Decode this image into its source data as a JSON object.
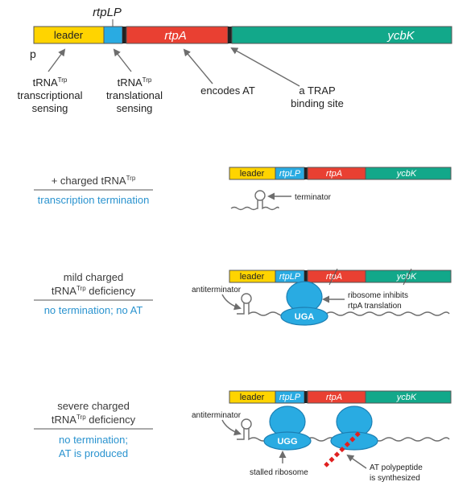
{
  "colors": {
    "leader": "#ffd400",
    "rtpLP": "#29abe2",
    "rtpA": "#e94032",
    "ycbK": "#12a88a",
    "ribosome": "#29abe2",
    "ribosome_edge": "#1c7fb3",
    "blue_text": "#2a93cf",
    "dark_text": "#3a3a3a",
    "polypeptide": "#e02020"
  },
  "top": {
    "operon": {
      "leader": "leader",
      "rtpLP": "rtpLP",
      "rtpA": "rtpA",
      "ycbK": "ycbK"
    },
    "promoter": "p",
    "rtpLP_label": "rtpLP",
    "callouts": {
      "transcriptional": {
        "line1": "tRNA",
        "sup": "Trp",
        "line2": "transcriptional",
        "line3": "sensing"
      },
      "translational": {
        "line1": "tRNA",
        "sup": "Trp",
        "line2": "translational",
        "line3": "sensing"
      },
      "encodes": "encodes AT",
      "trap": {
        "line1": "a TRAP",
        "line2": "binding site"
      }
    }
  },
  "scenarios": [
    {
      "condition": {
        "line1_pre": "+ charged tRNA",
        "line1_sup": "Trp",
        "line1_post": ""
      },
      "outcome": {
        "line1": "transcription termination",
        "line2": ""
      },
      "operon": {
        "leader": "leader",
        "rtpLP": "rtpLP",
        "rtpA": "rtpA",
        "ycbK": "ycbK"
      },
      "annotations": {
        "terminator": "terminator"
      }
    },
    {
      "condition": {
        "line1_pre": "mild charged",
        "line2_pre": "tRNA",
        "line2_sup": "Trp",
        "line2_post": " deficiency"
      },
      "outcome": {
        "line1": "no termination; no AT",
        "line2": ""
      },
      "operon": {
        "leader": "leader",
        "rtpLP": "rtpLP",
        "rtpA": "rtpA",
        "ycbK": "ycbK"
      },
      "annotations": {
        "antiterminator": "antiterminator",
        "codon": "UGA",
        "note_line1": "ribosome inhibits",
        "note_line2": "rtpA translation"
      }
    },
    {
      "condition": {
        "line1_pre": "severe charged",
        "line2_pre": "tRNA",
        "line2_sup": "Trp",
        "line2_post": " deficiency"
      },
      "outcome": {
        "line1": "no termination;",
        "line2": "AT is produced"
      },
      "operon": {
        "leader": "leader",
        "rtpLP": "rtpLP",
        "rtpA": "rtpA",
        "ycbK": "ycbK"
      },
      "annotations": {
        "antiterminator": "antiterminator",
        "codon": "UGG",
        "stalled": "stalled ribosome",
        "poly_line1": "AT polypeptide",
        "poly_line2": "is synthesized"
      }
    }
  ]
}
